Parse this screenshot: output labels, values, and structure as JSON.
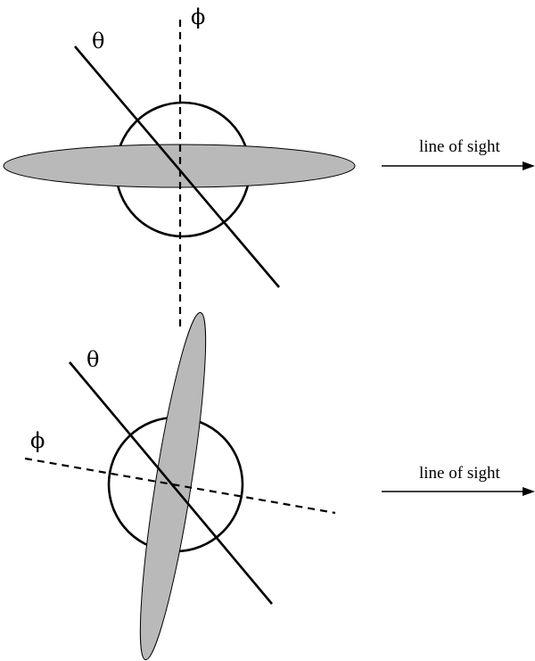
{
  "colors": {
    "disk_fill": "#b9b9b9",
    "ink": "#000000"
  },
  "top_panel": {
    "theta_label": "θ",
    "phi_label": "ϕ",
    "line_of_sight_label": "line of sight"
  },
  "bottom_panel": {
    "theta_label": "θ",
    "phi_label": "ϕ",
    "line_of_sight_label": "line of sight"
  }
}
